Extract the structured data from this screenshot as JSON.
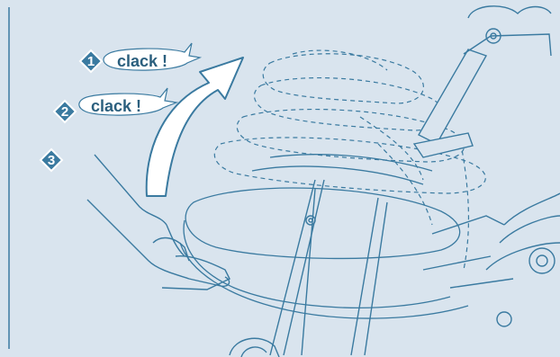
{
  "steps": [
    {
      "number": "1",
      "callout": "clack !"
    },
    {
      "number": "2",
      "callout": "clack !"
    },
    {
      "number": "3",
      "callout": ""
    }
  ],
  "colors": {
    "background": "#d9e4ee",
    "line": "#3a7aa0",
    "badge_fill": "#ffffff",
    "text": "#2b5f7e"
  },
  "icons": {
    "step_badge": "diamond-number-icon",
    "motion_arrow": "curved-up-arrow-icon"
  }
}
